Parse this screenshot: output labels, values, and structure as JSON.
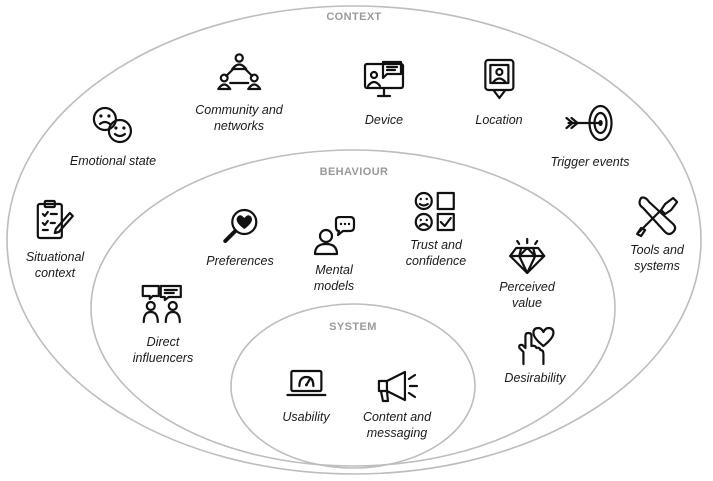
{
  "rings": {
    "context": "CONTEXT",
    "behaviour": "BEHAVIOUR",
    "system": "SYSTEM"
  },
  "context": {
    "community": [
      "Community and",
      "networks"
    ],
    "device": "Device",
    "location": "Location",
    "emotional": "Emotional state",
    "trigger": "Trigger events",
    "situational": [
      "Situational",
      "context"
    ],
    "tools": [
      "Tools and",
      "systems"
    ]
  },
  "behaviour": {
    "preferences": "Preferences",
    "mental": [
      "Mental",
      "models"
    ],
    "trust": [
      "Trust and",
      "confidence"
    ],
    "perceived": [
      "Perceived",
      "value"
    ],
    "direct": [
      "Direct",
      "influencers"
    ],
    "desirability": "Desirability"
  },
  "system": {
    "usability": "Usability",
    "content": [
      "Content and",
      "messaging"
    ]
  },
  "icons": {
    "community": "community-network-icon",
    "device": "monitor-chat-icon",
    "location": "location-pin-icon",
    "emotional": "emotion-faces-icon",
    "trigger": "target-arrow-icon",
    "situational": "clipboard-checklist-icon",
    "tools": "tools-icon",
    "preferences": "heart-magnifier-icon",
    "mental": "person-thought-icon",
    "trust": "emoji-checkbox-icon",
    "perceived": "diamond-icon",
    "direct": "people-chat-icon",
    "desirability": "hand-heart-icon",
    "usability": "laptop-gauge-icon",
    "content": "megaphone-icon"
  }
}
